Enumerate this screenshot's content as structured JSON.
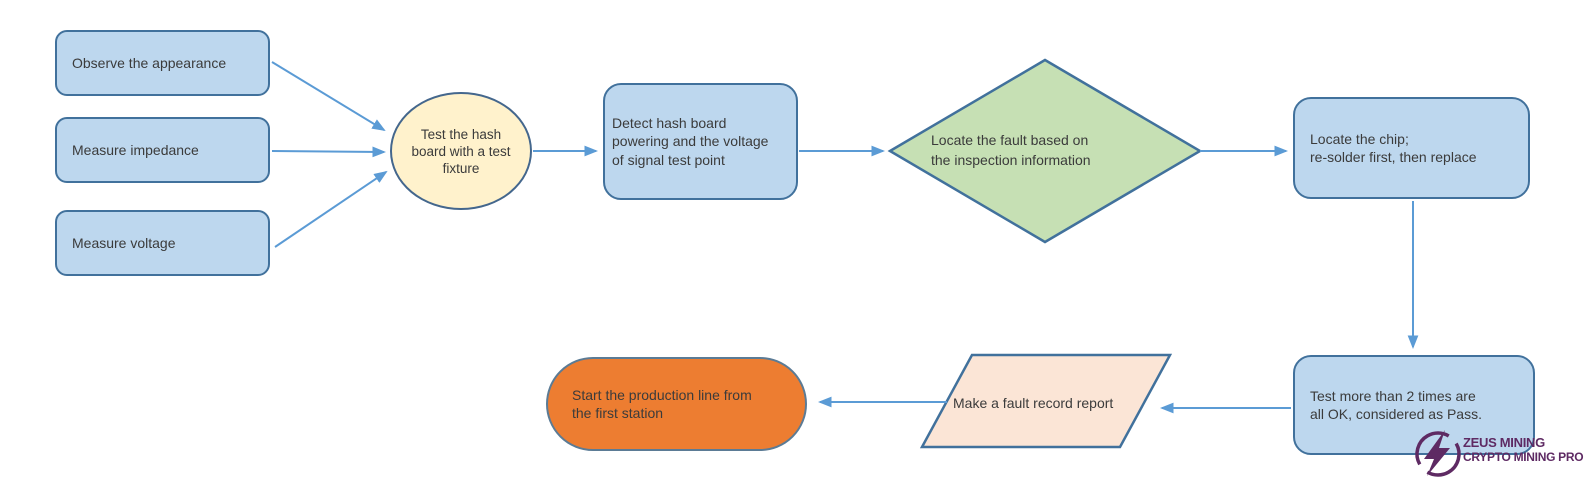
{
  "nodes": {
    "observe_appearance": "Observe the appearance",
    "measure_impedance": "Measure impedance",
    "measure_voltage": "Measure voltage",
    "test_fixture": "Test the hash\nboard with a test\nfixture",
    "detect_powering": "Detect hash board\npowering and the voltage\nof signal test point",
    "locate_fault": "Locate the fault based on\nthe inspection information",
    "locate_chip": "Locate the chip;\nre-solder first, then replace",
    "test_pass": "Test more than 2 times are\nall OK, considered as Pass.",
    "fault_report": "Make a fault record report",
    "start_line": "Start the production line from\nthe first station"
  },
  "logo": {
    "line1": "ZEUS MINING",
    "line2": "CRYPTO MINING PRO"
  },
  "colors": {
    "box_fill": "#BDD7EE",
    "box_border": "#41719C",
    "ellipse_fill": "#FFF2CC",
    "ellipse_border": "#44678D",
    "diamond_fill": "#C6E0B4",
    "diamond_border": "#41719C",
    "parallelogram_fill": "#FBE5D6",
    "parallelogram_border": "#41719C",
    "terminator_fill": "#ED7D31",
    "terminator_border": "#5B7B95",
    "arrow": "#5B9BD5",
    "text": "#3B3B3B",
    "logo": "#5E2A63"
  }
}
